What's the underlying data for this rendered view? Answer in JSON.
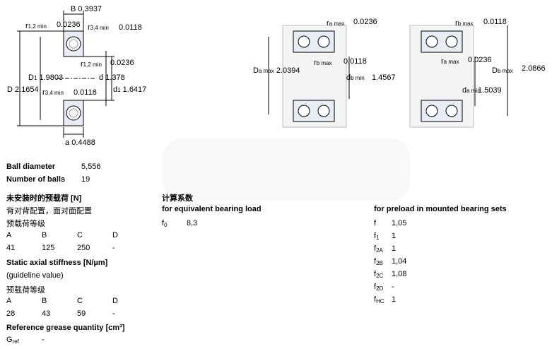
{
  "drawing1": {
    "B_label": "B",
    "B_value": "0.3937",
    "r12_label": "r",
    "r12_sub": "1,2 min",
    "r12_value_top": "0.0236",
    "r34_label": "r",
    "r34_sub": "3,4 min",
    "r34_value_top": "0.0118",
    "r12_value_right": "0.0236",
    "D1_label": "D",
    "D1_sub": "1",
    "D1_value": "1.9803",
    "d_label": "d",
    "d_value": "1.378",
    "D_label": "D",
    "D_value": "2.1654",
    "r34_value_bottom": "0.0118",
    "d1_label": "d",
    "d1_sub": "1",
    "d1_value": "1.6417",
    "a_label": "a",
    "a_value": "0.4488"
  },
  "drawing2": {
    "ra_label": "r",
    "ra_sub": "a max",
    "ra_value": "0.0236",
    "Da_label": "D",
    "Da_sub": "a max",
    "Da_value": "2.0394",
    "rb_label": "r",
    "rb_sub": "b max",
    "rb_value": "0.0118",
    "db_label": "d",
    "db_sub": "b min",
    "db_value": "1.4567"
  },
  "drawing3": {
    "rb_label": "r",
    "rb_sub": "b max",
    "rb_value": "0.0118",
    "ra_label": "r",
    "ra_sub": "a max",
    "ra_value": "0.0236",
    "Db_label": "D",
    "Db_sub": "b max",
    "Db_value": "2.0866",
    "da_label": "d",
    "da_sub": "a min",
    "da_value": "1.5039"
  },
  "specs": {
    "ball_diameter_label": "Ball diameter",
    "ball_diameter_value": "5,556",
    "number_of_balls_label": "Number of balls",
    "number_of_balls_value": "19"
  },
  "preload": {
    "heading": "未安装时的预载荷 [N]",
    "arrangement": "背对背配置，面对面配置",
    "class_label": "预载荷等级",
    "headers": [
      "A",
      "B",
      "C",
      "D"
    ],
    "values": [
      "41",
      "125",
      "250",
      "-"
    ]
  },
  "stiffness": {
    "heading": "Static axial stiffness [N/µm]",
    "note": "(guideline value)",
    "class_label": "预载荷等级",
    "headers": [
      "A",
      "B",
      "C",
      "D"
    ],
    "values": [
      "28",
      "43",
      "59",
      "-"
    ]
  },
  "grease": {
    "heading": "Reference grease quantity [cm³]",
    "symbol": "G",
    "symbol_sub": "ref",
    "value": "-"
  },
  "calc": {
    "heading": "计算系数",
    "equiv_heading": "for equivalent bearing load",
    "f0_label": "f",
    "f0_sub": "0",
    "f0_value": "8,3",
    "preload_heading": "for preload in mounted bearing sets",
    "factors": [
      {
        "label": "f",
        "sub": "",
        "value": "1,05"
      },
      {
        "label": "f",
        "sub": "1",
        "value": "1"
      },
      {
        "label": "f",
        "sub": "2A",
        "value": "1"
      },
      {
        "label": "f",
        "sub": "2B",
        "value": "1,04"
      },
      {
        "label": "f",
        "sub": "2C",
        "value": "1,08"
      },
      {
        "label": "f",
        "sub": "2D",
        "value": "-"
      },
      {
        "label": "f",
        "sub": "HC",
        "value": "1"
      }
    ]
  }
}
